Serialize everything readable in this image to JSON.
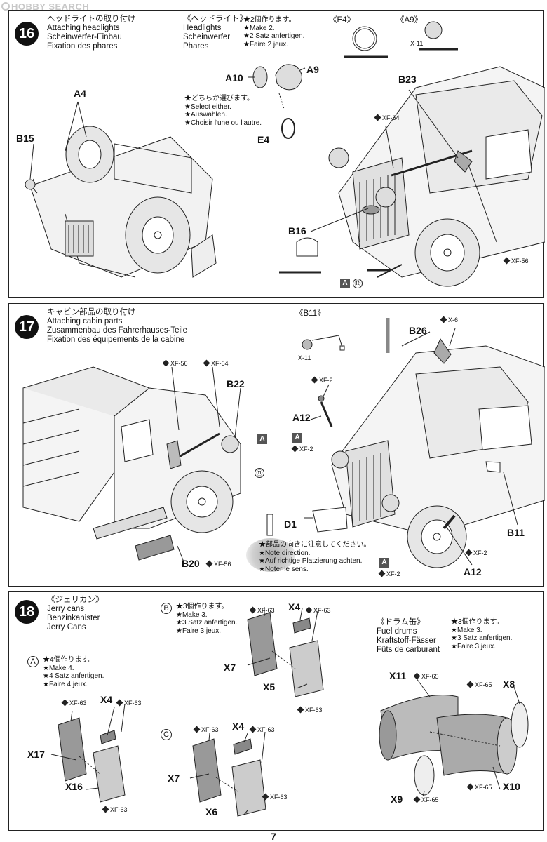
{
  "watermark": "HOBBY SEARCH",
  "page_number": "7",
  "steps": [
    {
      "number": "16",
      "title": [
        "ヘッドライトの取り付け",
        "Attaching headlights",
        "Scheinwerfer-Einbau",
        "Fixation des phares"
      ],
      "sub_title": [
        "《ヘッドライト》",
        "Headlights",
        "Scheinwerfer",
        "Phares"
      ],
      "sub_note": [
        "★2個作ります。",
        "★Make 2.",
        "★2 Satz anfertigen.",
        "★Faire 2 jeux."
      ],
      "choose_note": [
        "★どちらか選びます。",
        "★Select either.",
        "★Auswählen.",
        "★Choisir l'une ou l'autre."
      ],
      "detail_e4": "《E4》",
      "detail_a9": "《A9》",
      "labels": [
        "A4",
        "B15",
        "A10",
        "A9",
        "E4",
        "B23",
        "XF-64",
        "B16",
        "XF-56",
        "X-11",
        "A",
        "⑫"
      ]
    },
    {
      "number": "17",
      "title": [
        "キャビン部品の取り付け",
        "Attaching cabin parts",
        "Zusammenbau des Fahrerhauses-Teile",
        "Fixation des équipements de la cabine"
      ],
      "detail_b11": "《B11》",
      "direction_note": [
        "★部品の向きに注意してください。",
        "★Note direction.",
        "★Auf richtige Platzierung achten.",
        "★Noter le sens."
      ],
      "labels": [
        "XF-56",
        "XF-64",
        "B22",
        "A",
        "⑪",
        "B20",
        "XF-56",
        "X-11",
        "B26",
        "X-6",
        "XF-2",
        "A12",
        "A",
        "XF-2",
        "D1",
        "B11",
        "XF-2",
        "A",
        "XF-2",
        "A12"
      ]
    },
    {
      "number": "18",
      "title": [
        "《ジェリカン》",
        "Jerry cans",
        "Benzinkanister",
        "Jerry Cans"
      ],
      "group_a": {
        "mark": "A",
        "note": [
          "★4個作ります。",
          "★Make 4.",
          "★4 Satz anfertigen.",
          "★Faire 4 jeux."
        ]
      },
      "group_b": {
        "mark": "B",
        "note": [
          "★3個作ります。",
          "★Make 3.",
          "★3 Satz anfertigen.",
          "★Faire 3 jeux."
        ]
      },
      "group_c": {
        "mark": "C"
      },
      "drums_title": [
        "《ドラム缶》",
        "Fuel drums",
        "Kraftstoff-Fässer",
        "Fûts de carburant"
      ],
      "drums_note": [
        "★3個作ります。",
        "★Make 3.",
        "★3 Satz anfertigen.",
        "★Faire 3 jeux."
      ],
      "labels_a": [
        "XF-63",
        "X4",
        "XF-63",
        "X17",
        "X16",
        "XF-63"
      ],
      "labels_b": [
        "XF-63",
        "X4",
        "XF-63",
        "X7",
        "X5",
        "XF-63"
      ],
      "labels_c": [
        "XF-63",
        "X4",
        "XF-63",
        "X7",
        "X6",
        "XF-63"
      ],
      "labels_drum": [
        "X11",
        "XF-65",
        "XF-65",
        "X8",
        "XF-65",
        "X10",
        "X9",
        "XF-65"
      ]
    }
  ]
}
